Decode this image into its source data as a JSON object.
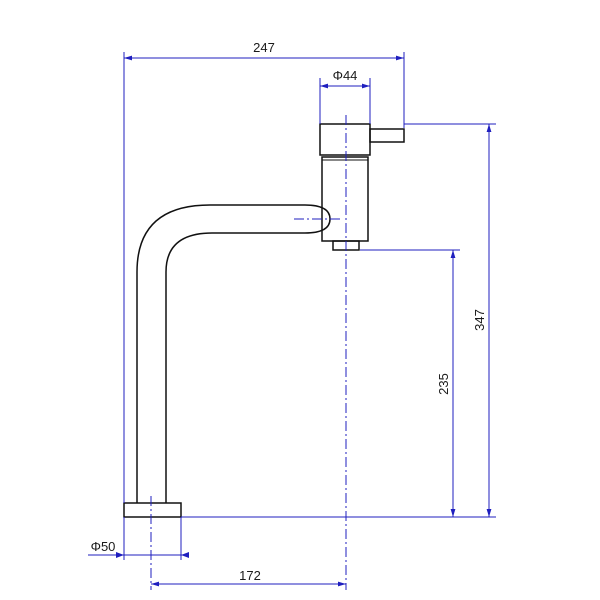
{
  "dimensions": {
    "overall_width": "247",
    "handle_diameter": "Φ44",
    "total_height": "347",
    "spout_height": "235",
    "base_diameter": "Φ50",
    "spout_reach": "172"
  },
  "colors": {
    "dimension_line": "#1f1fbf",
    "object_line": "#111111",
    "background": "#ffffff"
  }
}
